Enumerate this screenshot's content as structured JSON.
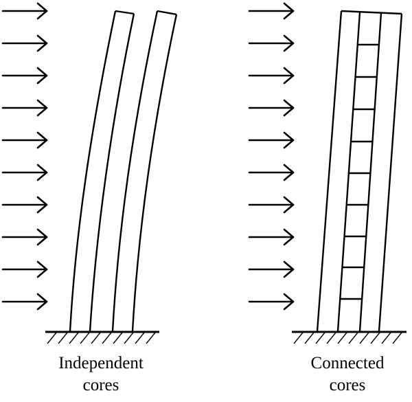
{
  "panels": [
    {
      "id": "independent",
      "caption_line1": "Independent",
      "caption_line2": "cores"
    },
    {
      "id": "connected",
      "caption_line1": "Connected",
      "caption_line2": "cores"
    }
  ],
  "colors": {
    "ink": "#000000",
    "background": "#ffffff"
  }
}
